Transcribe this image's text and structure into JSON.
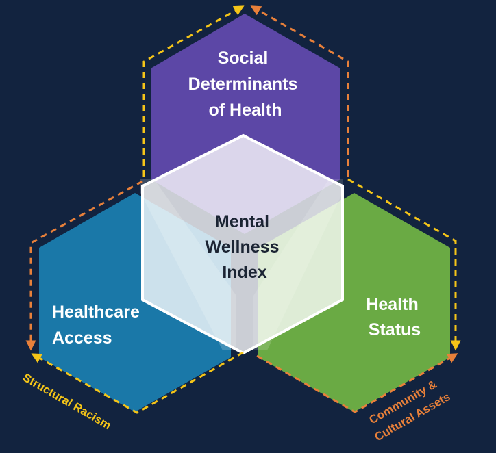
{
  "diagram": {
    "colors": {
      "background": "#12233f",
      "social": "#5c47a6",
      "healthcare": "#1a78a8",
      "health_status": "#6aaa44",
      "center_fill": "#ffffff",
      "outline_yellow": "#f5c518",
      "outline_orange": "#e8803a",
      "label_yellow": "#f5c518",
      "label_orange": "#e8803a"
    },
    "hexagons": {
      "social": {
        "lines": [
          "Social",
          "Determinants",
          "of Health"
        ]
      },
      "healthcare": {
        "lines": [
          "Healthcare",
          "Access"
        ]
      },
      "health_status": {
        "lines": [
          "Health",
          "Status"
        ]
      },
      "center": {
        "lines": [
          "Mental",
          "Wellness",
          "Index"
        ]
      }
    },
    "labels": {
      "structural_racism": "Structural Racism",
      "community_1": "Community &",
      "community_2": "Cultural Assets"
    }
  }
}
